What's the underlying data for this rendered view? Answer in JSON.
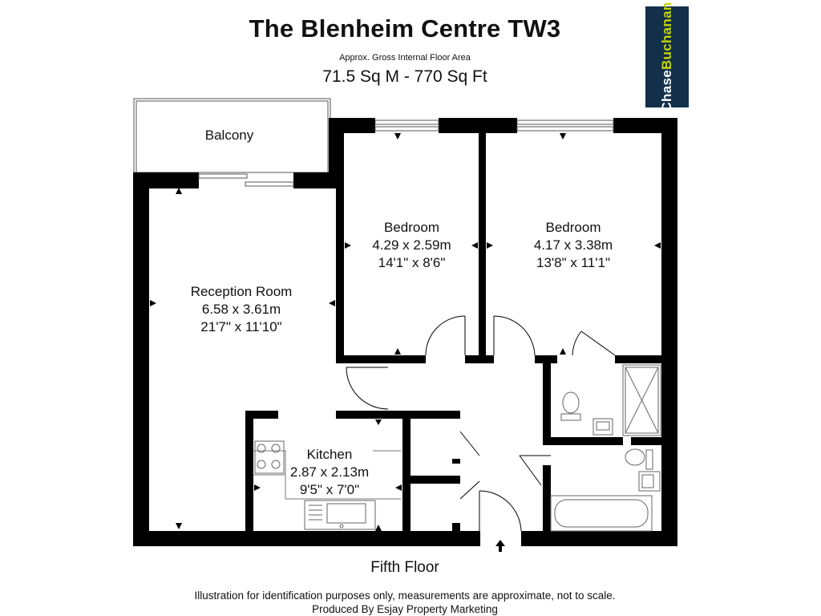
{
  "header": {
    "title": "The Blenheim Centre TW3",
    "area_label": "Approx. Gross Internal Floor Area",
    "area_value": "71.5 Sq M - 770 Sq Ft"
  },
  "logo": {
    "part1": "Chase",
    "part2": "Buchanan",
    "bg_color": "#123049",
    "accent_color": "#c5d400"
  },
  "rooms": {
    "balcony": {
      "name": "Balcony"
    },
    "bedroom1": {
      "name": "Bedroom",
      "metric": "4.29 x 2.59m",
      "imperial": "14'1\" x 8'6\""
    },
    "bedroom2": {
      "name": "Bedroom",
      "metric": "4.17 x 3.38m",
      "imperial": "13'8\" x 11'1\""
    },
    "reception": {
      "name": "Reception Room",
      "metric": "6.58 x 3.61m",
      "imperial": "21'7\" x 11'10\""
    },
    "kitchen": {
      "name": "Kitchen",
      "metric": "2.87 x 2.13m",
      "imperial": "9'5\" x 7'0\""
    }
  },
  "floor_label": "Fifth Floor",
  "disclaimer": {
    "line1": "Illustration for identification purposes only, measurements are approximate, not to scale.",
    "line2": "Produced By Esjay Property Marketing"
  },
  "icons": [
    "entrance-arrow-icon",
    "toilet-icon",
    "basin-icon",
    "shower-icon",
    "bath-icon",
    "hob-icon",
    "sink-icon"
  ]
}
